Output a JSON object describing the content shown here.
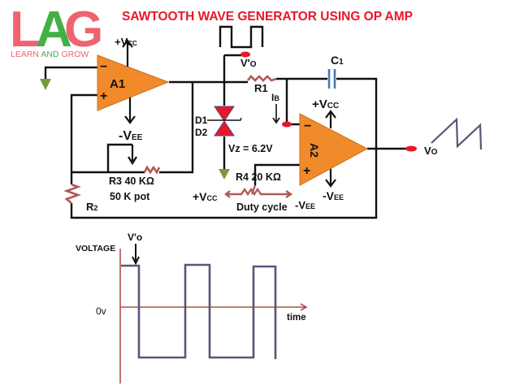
{
  "logo": {
    "letters": [
      "L",
      "A",
      "G"
    ],
    "letter_colors": [
      "#f06270",
      "#43b045",
      "#f06270"
    ],
    "tagline_parts": [
      "LEARN ",
      "AND ",
      "GROW"
    ],
    "tagline_colors": [
      "#f06270",
      "#43b045",
      "#f06270"
    ]
  },
  "title": "SAWTOOTH WAVE GENERATOR USING OP AMP",
  "colors": {
    "title": "#e8162a",
    "opamp_fill": "#f08a2a",
    "opamp_stroke": "#c86f1c",
    "resistor": "#b05a55",
    "zener": "#e8162a",
    "ground": "#7a9a3a",
    "capacitor": "#4a78b0",
    "probe": "#e8162a",
    "wave": "#5b5478",
    "axis": "#b0514a"
  },
  "circuit": {
    "a1": {
      "label": "A1",
      "inv": "−",
      "noninv": "+",
      "vcc": {
        "sign": "+V",
        "sub": "CC"
      },
      "vee": {
        "sign": "-V",
        "sub": "EE"
      }
    },
    "a2": {
      "label": "A2",
      "inv": "−",
      "noninv": "+",
      "vcc": {
        "sign": "+V",
        "sub": "CC"
      },
      "vee": {
        "sign": "-V",
        "sub": "EE"
      }
    },
    "vo_prime": {
      "main": "V'",
      "sub": "O"
    },
    "r1": "R1",
    "ib": {
      "main": "I",
      "sub": "B"
    },
    "c1": {
      "main": "C",
      "sub": "1"
    },
    "d1": "D1",
    "d2": "D2",
    "vz": "Vz = 6.2V",
    "r3_line1": "R3 40 KΩ",
    "r3_line2": "50 K pot",
    "r2": {
      "main": "R",
      "sub": "2"
    },
    "r4": "R4  20 KΩ",
    "r4_vcc": {
      "sign": "+V",
      "sub": "CC"
    },
    "r4_vee": {
      "sign": "-V",
      "sub": "EE"
    },
    "duty_cycle": "Duty cycle",
    "vo": {
      "main": "V",
      "sub": "O"
    }
  },
  "graph": {
    "y_label": "VOLTAGE",
    "marker_label": "V'o",
    "zero_label": "0v",
    "x_label": "time"
  }
}
